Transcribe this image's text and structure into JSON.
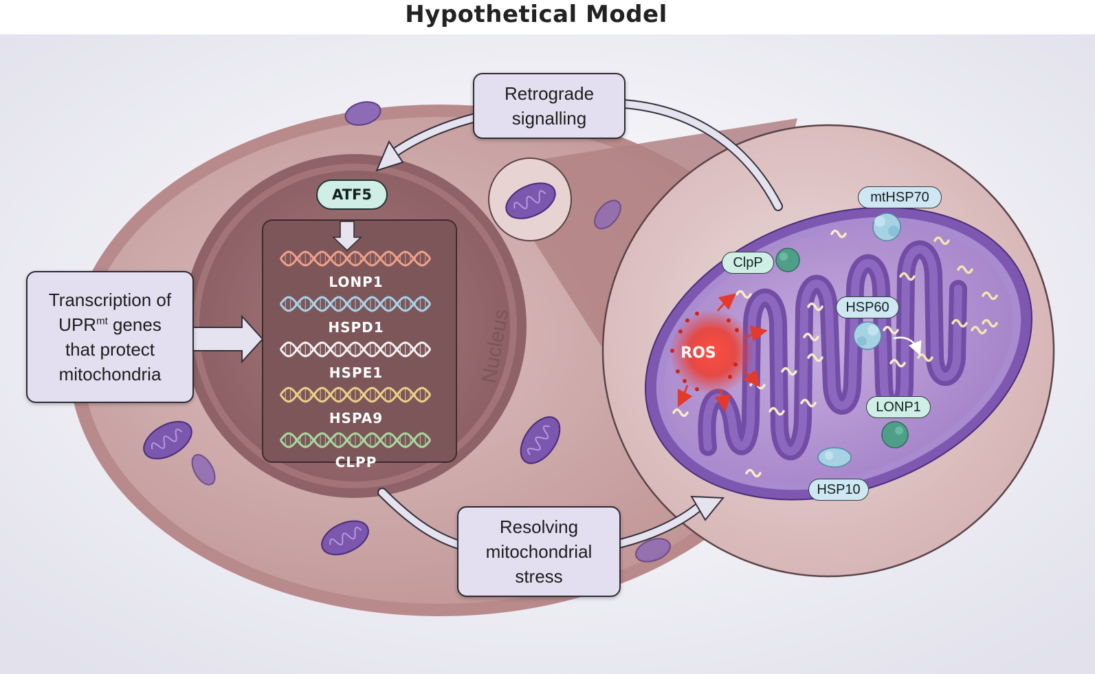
{
  "title": "Hypothetical Model",
  "callouts": {
    "retrograde": [
      "Retrograde",
      "signalling"
    ],
    "transcription": {
      "line1": "Transcription of",
      "line2_main": "UPR",
      "line2_sup": "mt",
      "line2_tail": " genes",
      "line3": "that protect",
      "line4": "mitochondria"
    },
    "resolving": [
      "Resolving",
      "mitochondrial",
      "stress"
    ]
  },
  "nucleus_label": "Nucleus",
  "atf5": "ATF5",
  "genes": [
    "LONP1",
    "HSPD1",
    "HSPE1",
    "HSPA9",
    "CLPP"
  ],
  "proteins": {
    "mthsp70": "mtHSP70",
    "clpp": "ClpP",
    "hsp60": "HSP60",
    "lonp1": "LONP1",
    "hsp10": "HSP10"
  },
  "ros": "ROS",
  "colors": {
    "cell": "#c8a1a2",
    "nucleus": "#9a6d70",
    "mitochondrion": "#8a63b5",
    "matrix": "#b79cd6",
    "callout": "#e3dff0",
    "pill_teal": "#cfeee6",
    "pill_blue": "#cfe7f3",
    "ros": "#e23b2a",
    "gene_colors": [
      "#f0a08a",
      "#a9d4e8",
      "#f4f0f4",
      "#ead08a",
      "#a9d8a0"
    ]
  },
  "icons": [
    "mitochondrion-icon",
    "protein-complex-icon",
    "dna-helix-icon",
    "unfolded-peptide-icon",
    "arrow-icon"
  ]
}
